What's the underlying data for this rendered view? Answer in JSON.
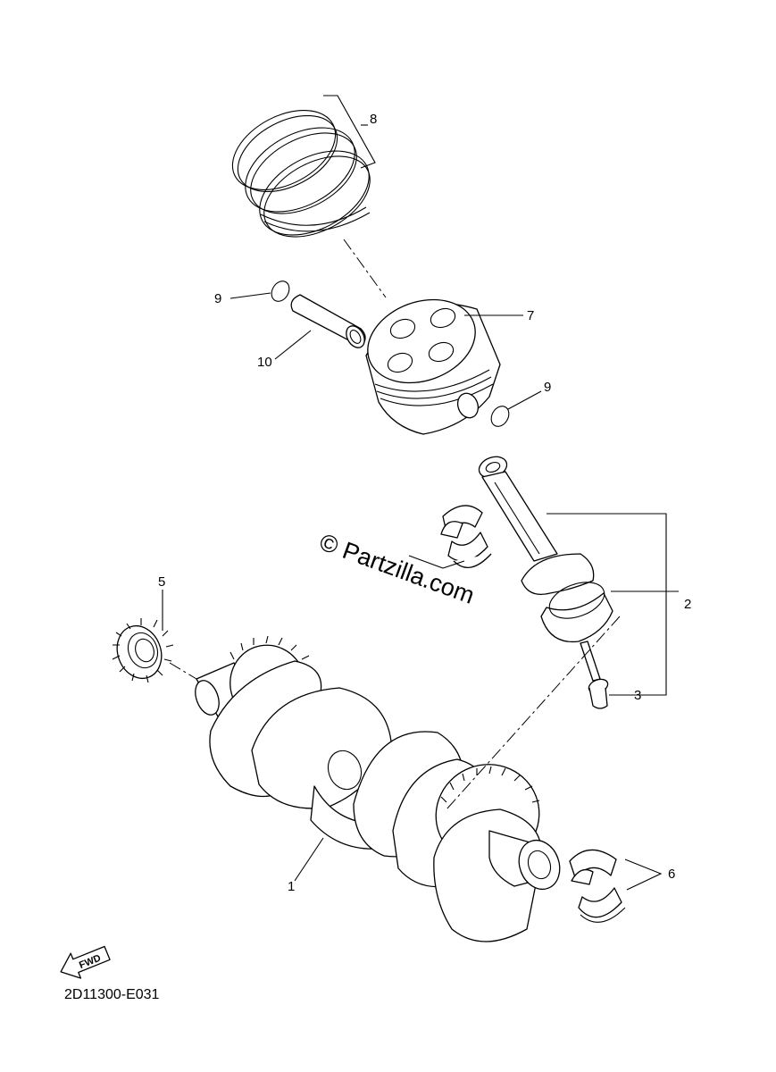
{
  "diagram": {
    "code": "2D11300-E031",
    "watermark": "© Partzilla.com",
    "fwd_label": "FWD",
    "callouts": [
      {
        "id": "c1",
        "label": "1"
      },
      {
        "id": "c2",
        "label": "2"
      },
      {
        "id": "c3",
        "label": "3"
      },
      {
        "id": "c5",
        "label": "5"
      },
      {
        "id": "c6",
        "label": "6"
      },
      {
        "id": "c7",
        "label": "7"
      },
      {
        "id": "c8",
        "label": "8"
      },
      {
        "id": "c9a",
        "label": "9"
      },
      {
        "id": "c9b",
        "label": "9"
      },
      {
        "id": "c10",
        "label": "10"
      }
    ]
  }
}
